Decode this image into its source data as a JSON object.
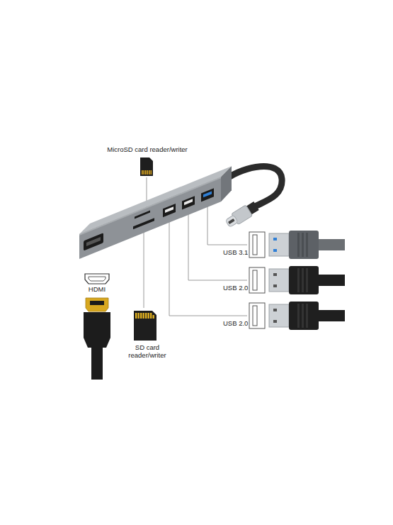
{
  "diagram": {
    "labels": [
      "MicroSD card reader/writer",
      "USB 3.1",
      "USB 2.0",
      "USB 2.0",
      "HDMI",
      "SD card reader/writer"
    ]
  }
}
